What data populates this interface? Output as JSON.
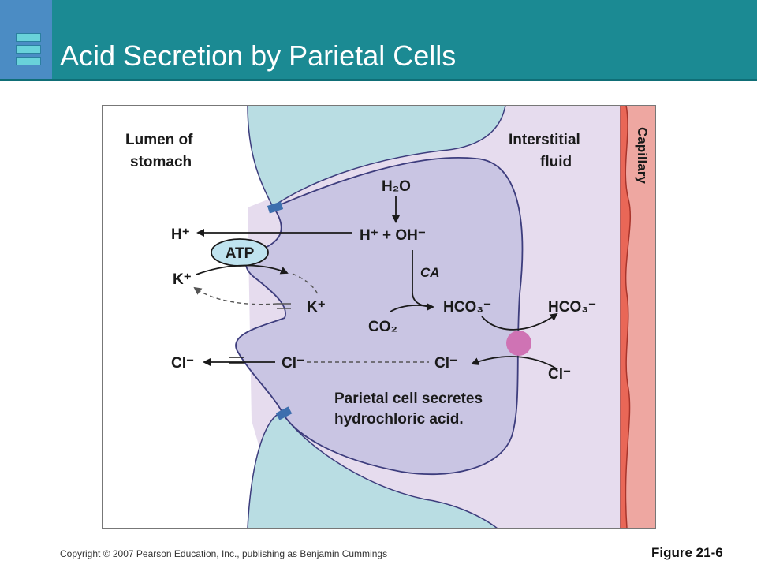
{
  "slide": {
    "title": "Acid Secretion by Parietal Cells",
    "copyright": "Copyright © 2007 Pearson Education, Inc., publishing as Benjamin Cummings",
    "figure_label": "Figure 21-6"
  },
  "diagram": {
    "regions": {
      "lumen_line1": "Lumen of",
      "lumen_line2": "stomach",
      "interstitial_line1": "Interstitial",
      "interstitial_line2": "fluid",
      "capillary": "Capillary"
    },
    "molecules": {
      "h2o": "H₂O",
      "h_oh": "H⁺ + OH⁻",
      "h_out": "H⁺",
      "atp": "ATP",
      "k_out": "K⁺",
      "k_in": "K⁺",
      "ca": "CA",
      "hco3_in": "HCO₃⁻",
      "hco3_out": "HCO₃⁻",
      "co2": "CO₂",
      "cl_lumen": "Cl⁻",
      "cl_cell_left": "Cl⁻",
      "cl_cell_right": "Cl⁻",
      "cl_interstitial": "Cl⁻"
    },
    "caption_line1": "Parietal cell secretes",
    "caption_line2": "hydrochloric acid."
  },
  "colors": {
    "header": "#1b8a93",
    "logo": "#4b8cc4",
    "interstitial": "#e6dcee",
    "parietal_cell": "#c9c5e3",
    "neighbor_cells": "#b9dde3",
    "capillary": "#eea7a1",
    "antiporter": "#cf73b4",
    "junction": "#3d6fae"
  }
}
